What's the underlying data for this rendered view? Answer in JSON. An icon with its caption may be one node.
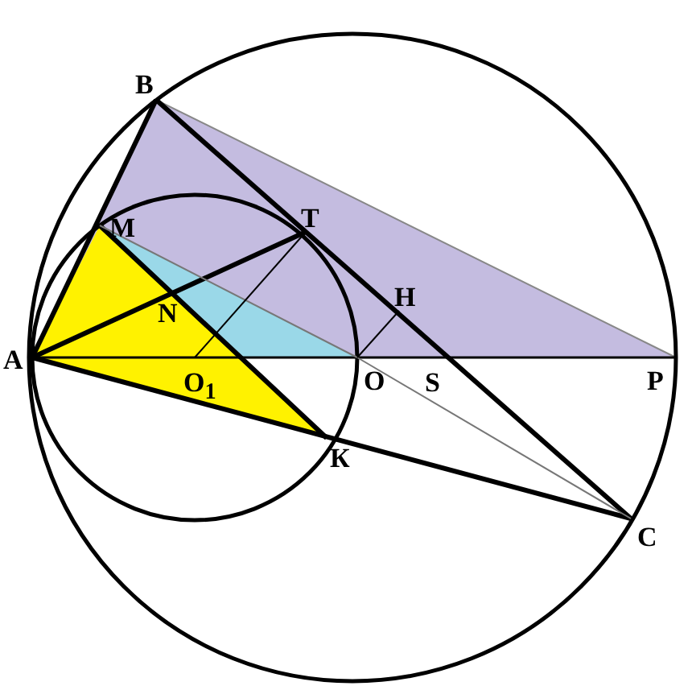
{
  "diagram": {
    "labels": [
      "B",
      "M",
      "T",
      "N",
      "H",
      "A",
      "O$_{1}$",
      "O",
      "S",
      "P",
      "К",
      "C"
    ]
  }
}
